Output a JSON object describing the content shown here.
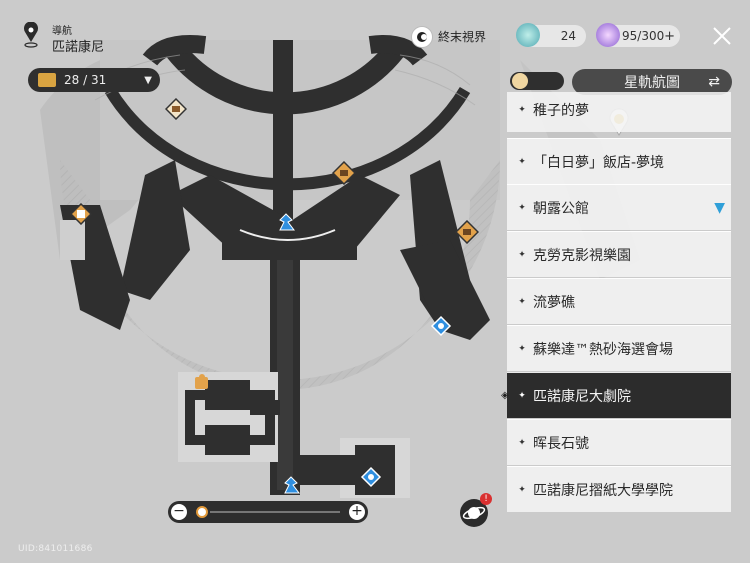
{
  "header": {
    "nav_title": "導航",
    "region_name": "匹諾康尼",
    "terminal_view_label": "終末視界",
    "currency_1_value": "24",
    "currency_2_value": "95/300"
  },
  "chest_counter": {
    "value": "28 / 31"
  },
  "star_map_button": "星軌航圖",
  "locations": [
    {
      "label": "稚子的夢"
    },
    {
      "label": "「白日夢」飯店-夢境"
    },
    {
      "label": "朝露公館"
    },
    {
      "label": "克勞克影視樂園"
    },
    {
      "label": "流夢礁"
    },
    {
      "label": "蘇樂達™熱砂海選會場"
    },
    {
      "label": "匹諾康尼大劇院",
      "selected": true
    },
    {
      "label": "晖長石號"
    },
    {
      "label": "匹諾康尼摺紙大學學院"
    }
  ],
  "uid_text": "UID:841011686",
  "colors": {
    "map_background": "#cfcfcf",
    "floor_dark": "#2f2f2f",
    "selected_item": "#2c2c2c",
    "teleport_blue": "#2f8fe0",
    "orange_marker": "#e2a24b",
    "notification_red": "#d93030"
  }
}
